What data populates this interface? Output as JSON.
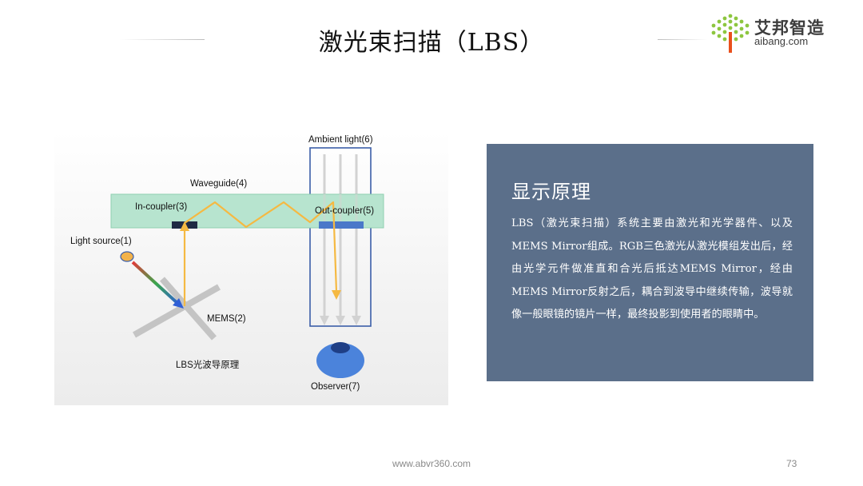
{
  "slide": {
    "title": "激光束扫描（LBS）",
    "page_number": "73",
    "footer_url": "www.abvr360.com"
  },
  "logo": {
    "name_cn": "艾邦智造",
    "name_en": "aibang.com",
    "colors": {
      "dots": "#8dc63f",
      "stem": "#e9501c",
      "text": "#3d3d3d"
    }
  },
  "diagram": {
    "caption": "LBS光波导原理",
    "labels": {
      "light_source": "Light source(1)",
      "mems": "MEMS(2)",
      "in_coupler": "In-coupler(3)",
      "waveguide": "Waveguide(4)",
      "out_coupler": "Out-coupler(5)",
      "ambient_light": "Ambient light(6)",
      "observer": "Observer(7)"
    },
    "colors": {
      "waveguide_fill": "#b7e4cf",
      "beam": "#f5b942",
      "coupler_dark": "#1f2a44",
      "coupler_blue": "#4a78c9",
      "eye": "#4b83db",
      "pupil": "#1f3f86",
      "light_source": "#f2b24a"
    }
  },
  "panel": {
    "title": "显示原理",
    "body": "LBS（激光束扫描）系统主要由激光和光学器件、以及MEMS Mirror组成。RGB三色激光从激光模组发出后，经由光学元件做准直和合光后抵达MEMS Mirror，经由MEMS Mirror反射之后，耦合到波导中继续传输，波导就像一般眼镜的镜片一样，最终投影到使用者的眼睛中。",
    "background": "#5b6f8a"
  }
}
